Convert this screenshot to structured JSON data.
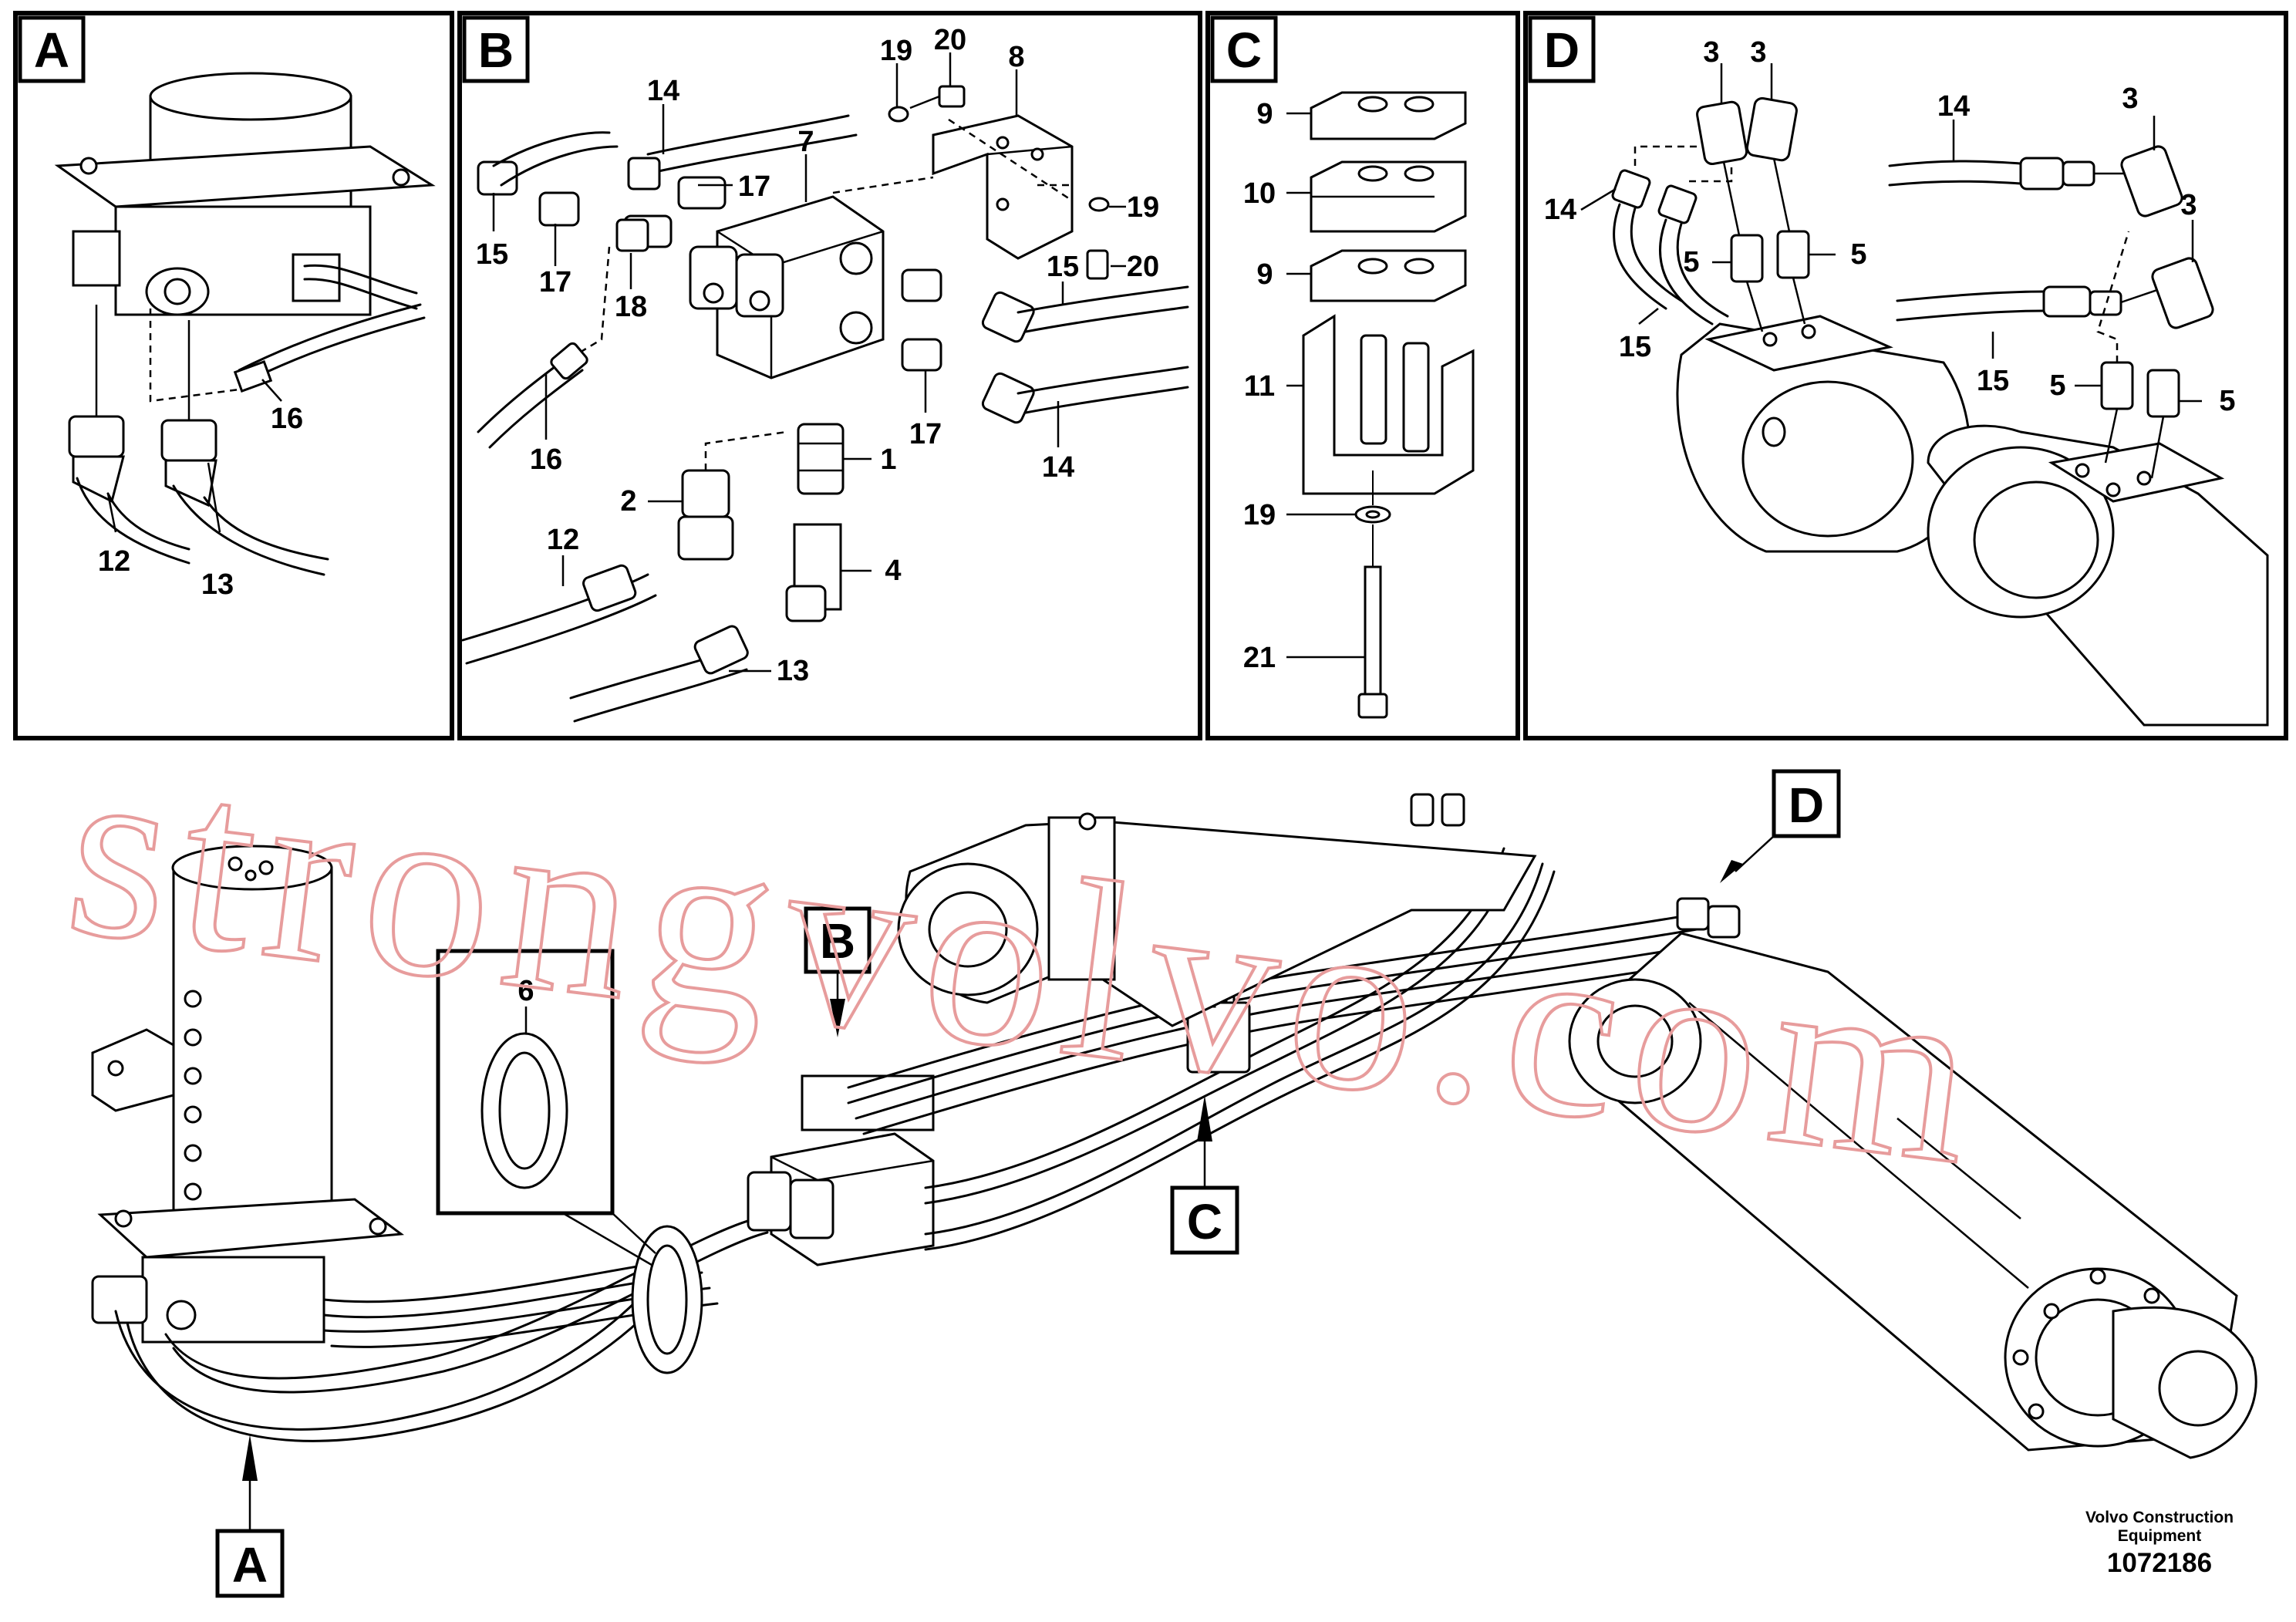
{
  "panels": {
    "A": {
      "letter": "A",
      "labels": [
        "16",
        "12",
        "13"
      ]
    },
    "B": {
      "letter": "B",
      "labels": [
        "19",
        "20",
        "8",
        "14",
        "7",
        "17",
        "19",
        "15",
        "17",
        "18",
        "20",
        "15",
        "16",
        "1",
        "17",
        "2",
        "14",
        "12",
        "4",
        "13"
      ]
    },
    "C": {
      "letter": "C",
      "labels": [
        "9",
        "10",
        "9",
        "11",
        "19",
        "21"
      ]
    },
    "D": {
      "letter": "D",
      "labels": [
        "3",
        "3",
        "14",
        "3",
        "14",
        "5",
        "5",
        "3",
        "15",
        "15",
        "5",
        "5"
      ]
    }
  },
  "overview": {
    "callouts": [
      "D",
      "B",
      "C",
      "A"
    ],
    "detail_label": "6"
  },
  "watermark": "strongvolvo.com",
  "credit": {
    "line1": "Volvo Construction",
    "line2": "Equipment"
  },
  "part_number": "1072186"
}
